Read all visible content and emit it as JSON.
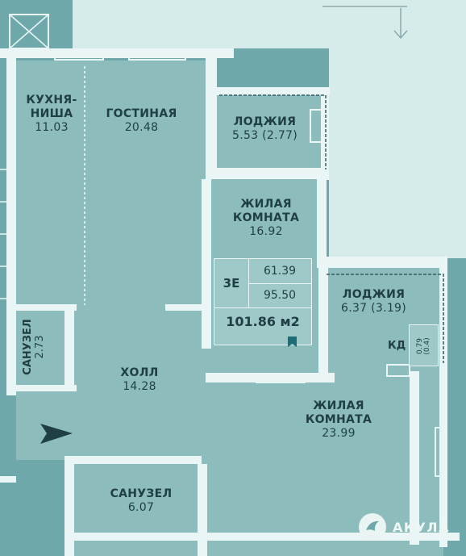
{
  "rooms": {
    "kitchen": {
      "name_line1": "КУХНЯ-",
      "name_line2": "НИША",
      "area": "11.03"
    },
    "living": {
      "name": "ГОСТИНАЯ",
      "area": "20.48"
    },
    "loggia_top": {
      "name": "ЛОДЖИЯ",
      "area": "5.53 (2.77)"
    },
    "bedroom_1": {
      "name_line1": "ЖИЛАЯ",
      "name_line2": "КОМНАТА",
      "area": "16.92"
    },
    "loggia_right": {
      "name": "ЛОДЖИЯ",
      "area": "6.37 (3.19)"
    },
    "bathroom_small": {
      "name": "САНУЗЕЛ",
      "area": "2.73"
    },
    "hall": {
      "name": "ХОЛЛ",
      "area": "14.28"
    },
    "bedroom_2": {
      "name_line1": "ЖИЛАЯ",
      "name_line2": "КОМНАТА",
      "area": "23.99"
    },
    "bathroom_large": {
      "name": "САНУЗЕЛ",
      "area": "6.07"
    }
  },
  "apartment": {
    "code": "3Е",
    "value_1": "61.39",
    "value_2": "95.50",
    "total": "101.86 м2"
  },
  "kd": {
    "label": "КД",
    "area_line1": "0.79",
    "area_line2": "(0.4)"
  },
  "logo": {
    "text": "АКУЛА"
  },
  "colors": {
    "background": "#6fa8ab",
    "floor": "#8dbcbc",
    "wall": "#e9f6f5",
    "text": "#1f3e46",
    "bookmark": "#1c6d75"
  }
}
